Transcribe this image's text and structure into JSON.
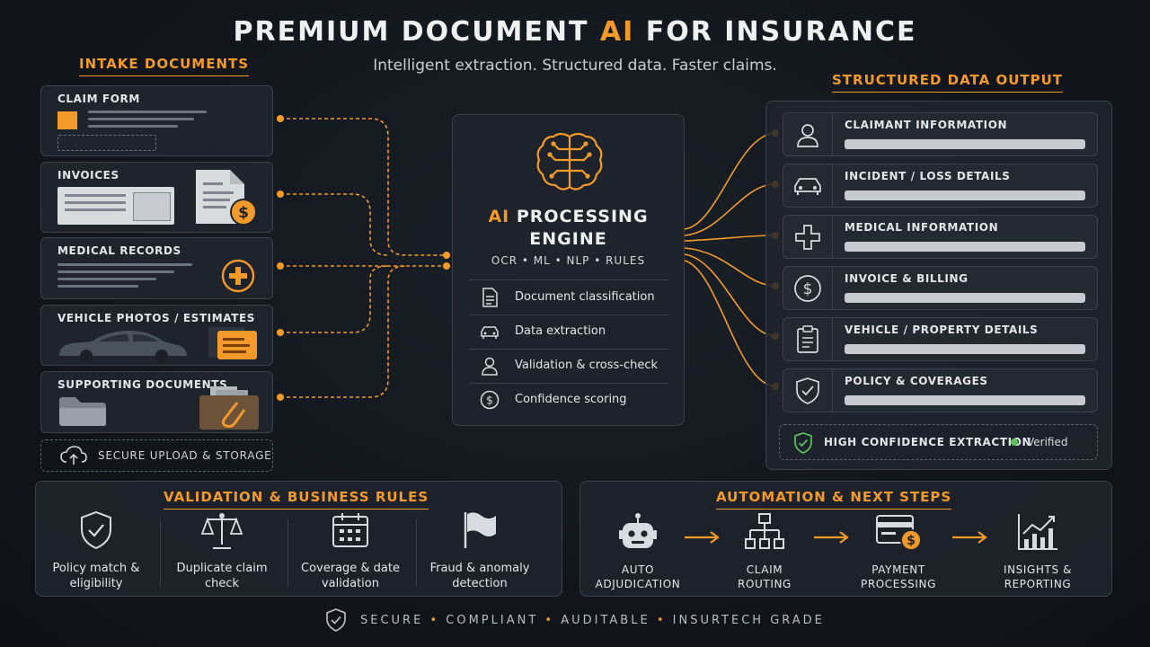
{
  "header": {
    "title_pre": "PREMIUM DOCUMENT ",
    "title_accent": "AI",
    "title_post": " FOR INSURANCE",
    "subtitle": "Intelligent extraction. Structured data. Faster claims."
  },
  "intake": {
    "heading": "INTAKE DOCUMENTS",
    "docs": [
      {
        "label": "CLAIM FORM",
        "icon": "claim-form-icon"
      },
      {
        "label": "INVOICES",
        "icon": "invoice-dollar-icon"
      },
      {
        "label": "MEDICAL RECORDS",
        "icon": "medical-plus-icon"
      },
      {
        "label": "VEHICLE PHOTOS / ESTIMATES",
        "icon": "car-icon"
      },
      {
        "label": "SUPPORTING DOCUMENTS",
        "icon": "folder-icon"
      }
    ],
    "upload_label": "SECURE UPLOAD & STORAGE"
  },
  "engine": {
    "title_accent": "AI",
    "title_line1_rest": " PROCESSING",
    "title_line2": "ENGINE",
    "tech": "OCR • ML • NLP • RULES",
    "items": [
      {
        "label": "Document classification",
        "icon": "document-icon"
      },
      {
        "label": "Data extraction",
        "icon": "car-icon"
      },
      {
        "label": "Validation & cross-check",
        "icon": "user-check-icon"
      },
      {
        "label": "Confidence scoring",
        "icon": "dollar-circle-icon"
      }
    ]
  },
  "output": {
    "heading": "STRUCTURED DATA OUTPUT",
    "rows": [
      {
        "label": "CLAIMANT INFORMATION",
        "icon": "person-icon"
      },
      {
        "label": "INCIDENT / LOSS DETAILS",
        "icon": "car-icon"
      },
      {
        "label": "MEDICAL INFORMATION",
        "icon": "medical-cross-icon"
      },
      {
        "label": "INVOICE & BILLING",
        "icon": "dollar-circle-icon"
      },
      {
        "label": "VEHICLE / PROPERTY DETAILS",
        "icon": "clipboard-icon"
      },
      {
        "label": "POLICY & COVERAGES",
        "icon": "shield-check-icon"
      }
    ],
    "confidence_label": "HIGH CONFIDENCE EXTRACTION",
    "verified_label": "Verified"
  },
  "validation": {
    "heading": "VALIDATION & BUSINESS RULES",
    "items": [
      {
        "line1": "Policy match &",
        "line2": "eligibility",
        "icon": "shield-check-icon"
      },
      {
        "line1": "Duplicate claim",
        "line2": "check",
        "icon": "scales-icon"
      },
      {
        "line1": "Coverage & date",
        "line2": "validation",
        "icon": "calendar-icon"
      },
      {
        "line1": "Fraud & anomaly",
        "line2": "detection",
        "icon": "flag-icon"
      }
    ]
  },
  "automation": {
    "heading": "AUTOMATION & NEXT STEPS",
    "items": [
      {
        "line1": "AUTO",
        "line2": "ADJUDICATION",
        "icon": "robot-icon"
      },
      {
        "line1": "CLAIM",
        "line2": "ROUTING",
        "icon": "routing-icon"
      },
      {
        "line1": "PAYMENT",
        "line2": "PROCESSING",
        "icon": "payment-icon"
      },
      {
        "line1": "INSIGHTS &",
        "line2": "REPORTING",
        "icon": "chart-icon"
      }
    ]
  },
  "footer": {
    "items": [
      "SECURE",
      "COMPLIANT",
      "AUDITABLE",
      "INSURTECH GRADE"
    ],
    "separator": "•"
  },
  "colors": {
    "accent": "#f39a2b",
    "background": "#12161c",
    "panel": "#20252d",
    "verified": "#5cc35c"
  }
}
